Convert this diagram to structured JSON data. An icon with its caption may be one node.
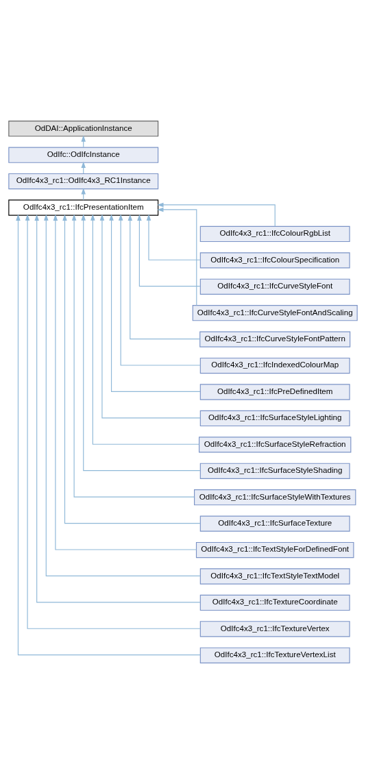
{
  "diagram": {
    "nodes": [
      {
        "text": [
          "OdDAI::ApplicationInstance"
        ]
      },
      {
        "text": [
          "OdIfc::OdIfcInstance"
        ]
      },
      {
        "text": [
          "OdIfc4x3_rc1::OdIfc4x3_RC1Instance"
        ]
      },
      {
        "text": [
          "OdIfc4x3_rc1::IfcPresentationItem"
        ]
      },
      {
        "text": [
          "OdIfc4x3_rc1::IfcColourRgbList"
        ]
      },
      {
        "text": [
          "OdIfc4x3_rc1::IfcColourSpecification"
        ]
      },
      {
        "text": [
          "OdIfc4x3_rc1::IfcCurveStyleFont"
        ]
      },
      {
        "text": [
          "OdIfc4x3_rc1::IfcCurveStyleFontAndScaling"
        ]
      },
      {
        "text": [
          "OdIfc4x3_rc1::IfcCurveStyleFontPattern"
        ]
      },
      {
        "text": [
          "OdIfc4x3_rc1::IfcIndexedColourMap"
        ]
      },
      {
        "text": [
          "OdIfc4x3_rc1::IfcPreDefinedItem"
        ]
      },
      {
        "text": [
          "OdIfc4x3_rc1::IfcSurfaceStyleLighting"
        ]
      },
      {
        "text": [
          "OdIfc4x3_rc1::IfcSurfaceStyleRefraction"
        ]
      },
      {
        "text": [
          "OdIfc4x3_rc1::IfcSurfaceStyleShading"
        ]
      },
      {
        "text": [
          "OdIfc4x3_rc1::IfcSurfaceStyleWithTextures"
        ]
      },
      {
        "text": [
          "OdIfc4x3_rc1::IfcSurfaceTexture"
        ]
      },
      {
        "text": [
          "OdIfc4x3_rc1::IfcTextStyleForDefinedFont"
        ]
      },
      {
        "text": [
          "OdIfc4x3_rc1::IfcTextStyleTextModel"
        ]
      },
      {
        "text": [
          "OdIfc4x3_rc1::IfcTextureCoordinate"
        ]
      },
      {
        "text": [
          "OdIfc4x3_rc1::IfcTextureVertex"
        ]
      },
      {
        "text": [
          "OdIfc4x3_rc1::IfcTextureVertexList"
        ]
      }
    ],
    "edges": [
      {
        "from": 1,
        "to": 0,
        "arrow": "to"
      },
      {
        "from": 2,
        "to": 1,
        "arrow": "to"
      },
      {
        "from": 3,
        "to": 2,
        "arrow": "to"
      },
      {
        "from": 4,
        "to": 3,
        "arrow": "to"
      },
      {
        "from": 5,
        "to": 3,
        "arrow": "to"
      },
      {
        "from": 6,
        "to": 3,
        "arrow": "to"
      },
      {
        "from": 7,
        "to": 3,
        "arrow": "to"
      },
      {
        "from": 8,
        "to": 3,
        "arrow": "to"
      },
      {
        "from": 9,
        "to": 3,
        "arrow": "to"
      },
      {
        "from": 10,
        "to": 3,
        "arrow": "to"
      },
      {
        "from": 11,
        "to": 3,
        "arrow": "to"
      },
      {
        "from": 12,
        "to": 3,
        "arrow": "to"
      },
      {
        "from": 13,
        "to": 3,
        "arrow": "to"
      },
      {
        "from": 14,
        "to": 3,
        "arrow": "to"
      },
      {
        "from": 15,
        "to": 3,
        "arrow": "to"
      },
      {
        "from": 16,
        "to": 3,
        "arrow": "to"
      },
      {
        "from": 17,
        "to": 3,
        "arrow": "to"
      },
      {
        "from": 18,
        "to": 3,
        "arrow": "to"
      },
      {
        "from": 19,
        "to": 3,
        "arrow": "to"
      },
      {
        "from": 20,
        "to": 3,
        "arrow": "to"
      }
    ]
  }
}
